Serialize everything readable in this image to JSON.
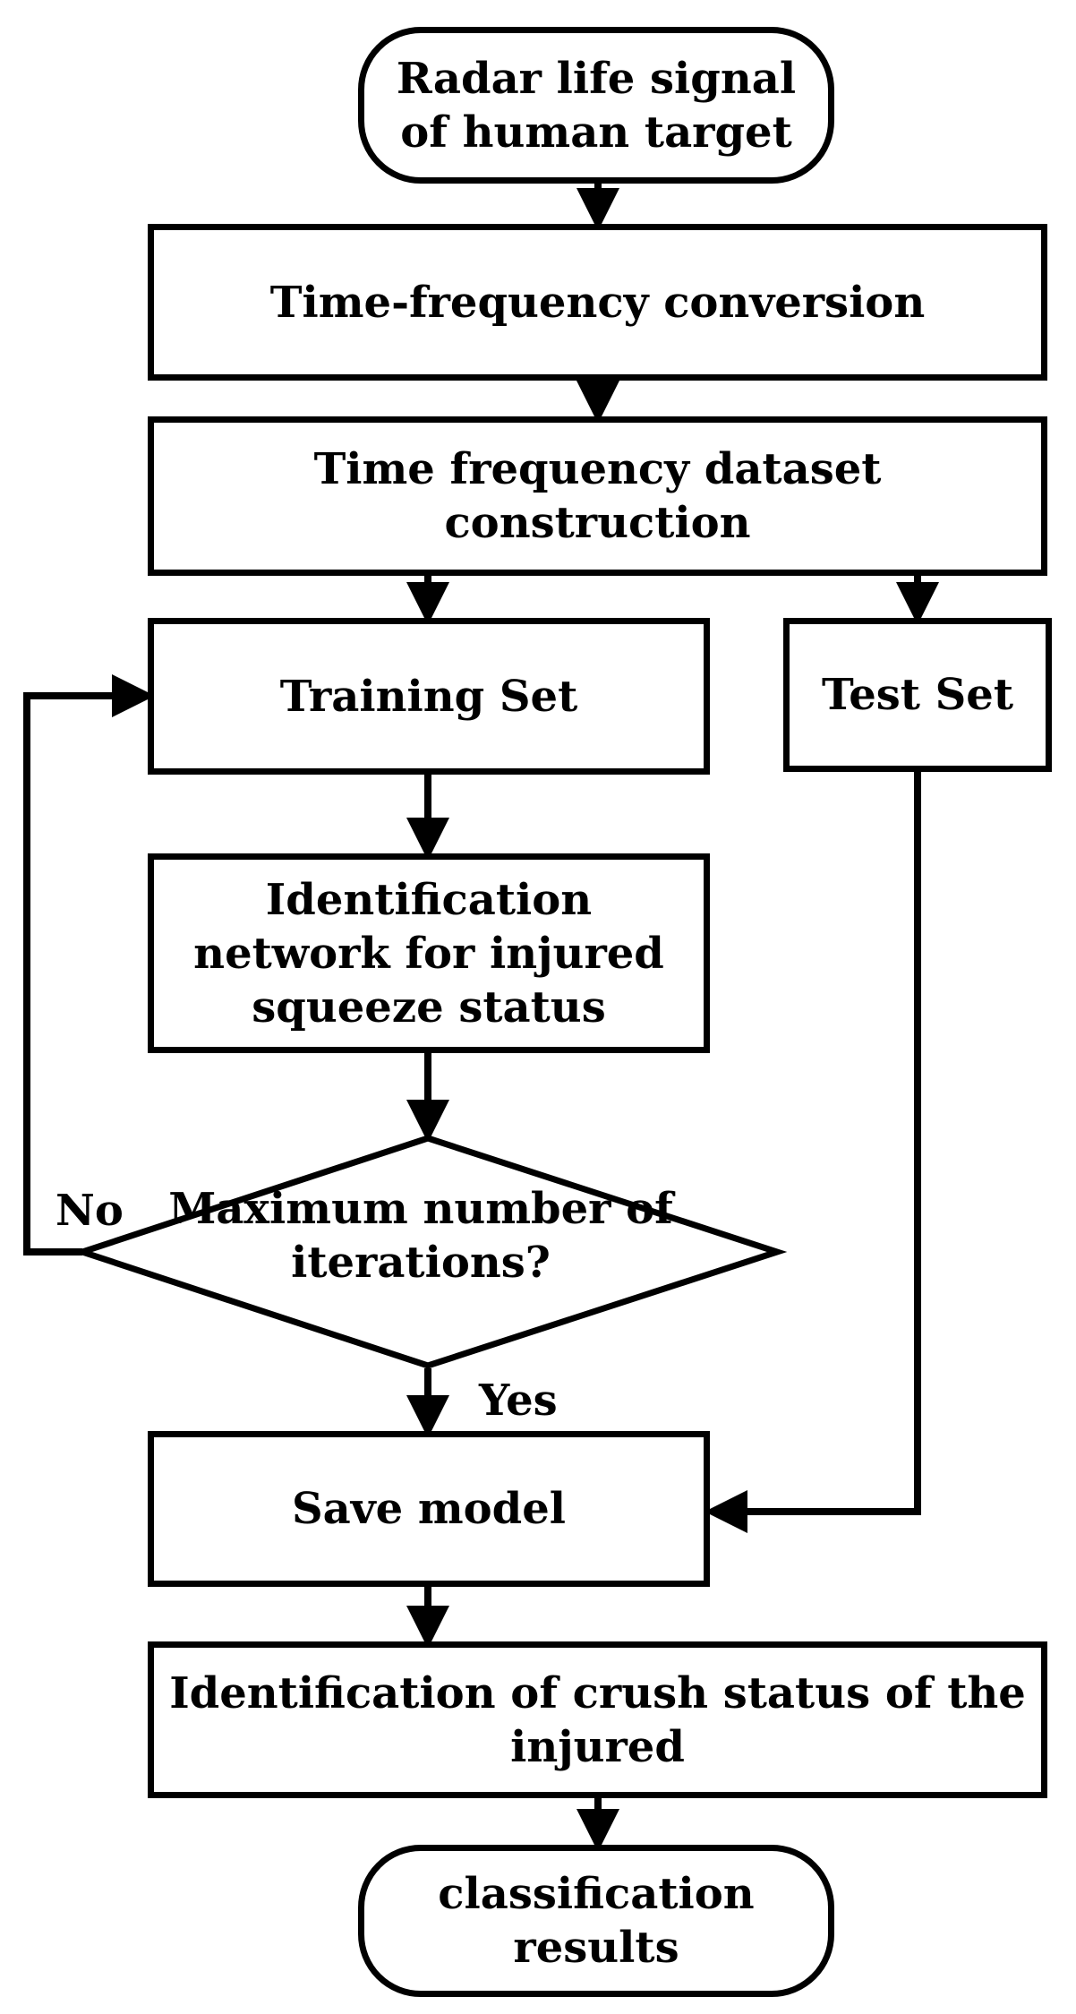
{
  "nodes": {
    "start": "Radar life signal of human target",
    "tf_conversion": "Time-frequency conversion",
    "tf_dataset": "Time frequency dataset construction",
    "training_set": "Training Set",
    "test_set": "Test Set",
    "network": "Identification network for injured squeeze status",
    "decision": "Maximum number of iterations?",
    "save_model": "Save model",
    "identification": "Identification of crush status of the injured",
    "end": "classification results"
  },
  "edge_labels": {
    "no": "No",
    "yes": "Yes"
  }
}
